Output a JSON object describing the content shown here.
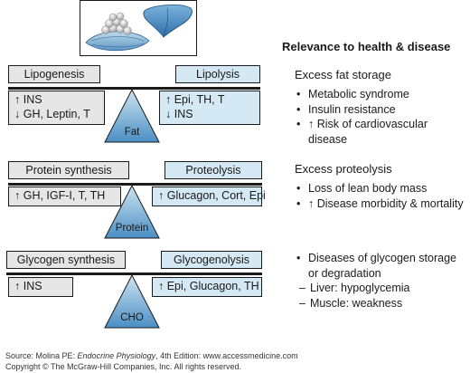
{
  "heading": "Relevance to health & disease",
  "sections": [
    {
      "left_label": "Lipogenesis",
      "right_label": "Lipolysis",
      "left_factors": [
        "↑ INS",
        "↓ GH, Leptin, T"
      ],
      "right_factors": [
        "↑ Epi, TH, T",
        "↓ INS"
      ],
      "fulcrum_label": "Fat",
      "category": "Excess fat storage",
      "bullets": [
        "Metabolic syndrome",
        "Insulin resistance",
        "↑ Risk of cardiovascular disease"
      ]
    },
    {
      "left_label": "Protein synthesis",
      "right_label": "Proteolysis",
      "left_factors": [
        "↑ GH, IGF-I, T, TH"
      ],
      "right_factors": [
        "↑ Glucagon, Cort, Epi"
      ],
      "fulcrum_label": "Protein",
      "category": "Excess proteolysis",
      "bullets": [
        "Loss of lean body mass",
        "↑ Disease morbidity & mortality"
      ]
    },
    {
      "left_label": "Glycogen synthesis",
      "right_label": "Glycogenolysis",
      "left_factors": [
        "↑ INS"
      ],
      "right_factors": [
        "↑ Epi, Glucagon, TH"
      ],
      "fulcrum_label": "CHO",
      "bullet_main": "Diseases of glycogen storage or degradation",
      "sub_bullets": [
        "Liver: hypoglycemia",
        "Muscle: weakness"
      ]
    }
  ],
  "source": {
    "prefix": "Source: Molina PE: ",
    "book": "Endocrine Physiology",
    "suffix": ", 4th Edition: www.accessmedicine.com",
    "copyright": "Copyright © The McGraw-Hill Companies, Inc. All rights reserved."
  },
  "colors": {
    "gray_box": "#e6e6e6",
    "blue_box": "#d4e9f4",
    "triangle": "#4a8fc4"
  }
}
